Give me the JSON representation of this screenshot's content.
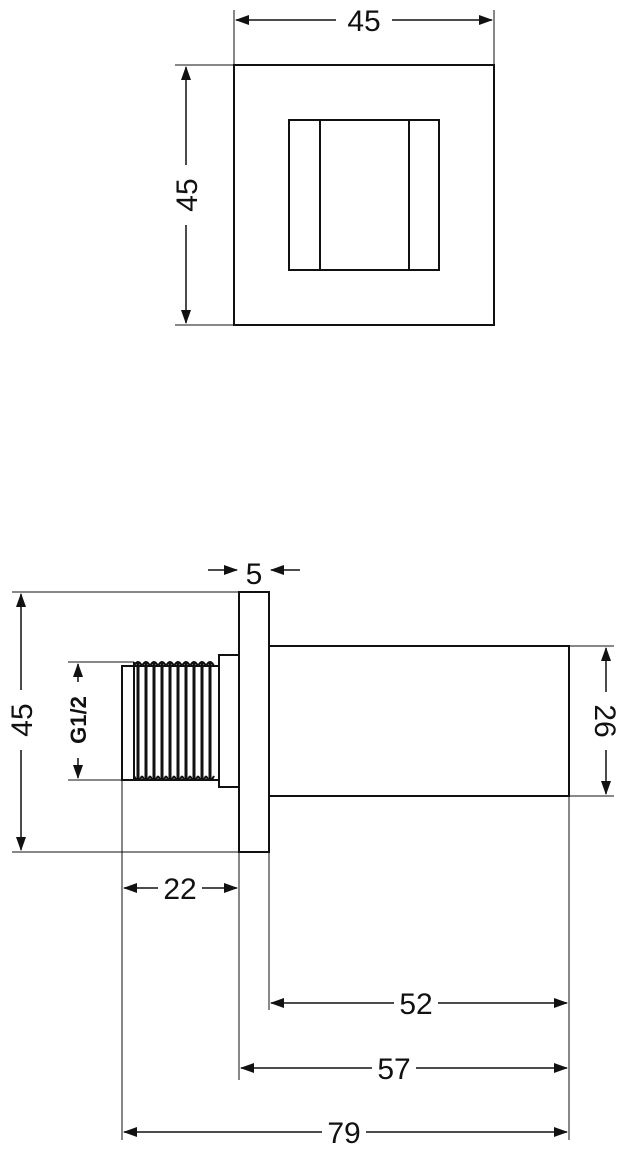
{
  "top_view": {
    "width_label": "45",
    "height_label": "45"
  },
  "side_view": {
    "flange_thickness_label": "5",
    "overall_height_label": "45",
    "thread_label": "G1/2",
    "body_height_label": "26",
    "thread_length_label": "22",
    "body_length_label": "52",
    "flange_to_end_label": "57",
    "overall_length_label": "79"
  },
  "colors": {
    "line": "#111111",
    "background": "#ffffff"
  }
}
